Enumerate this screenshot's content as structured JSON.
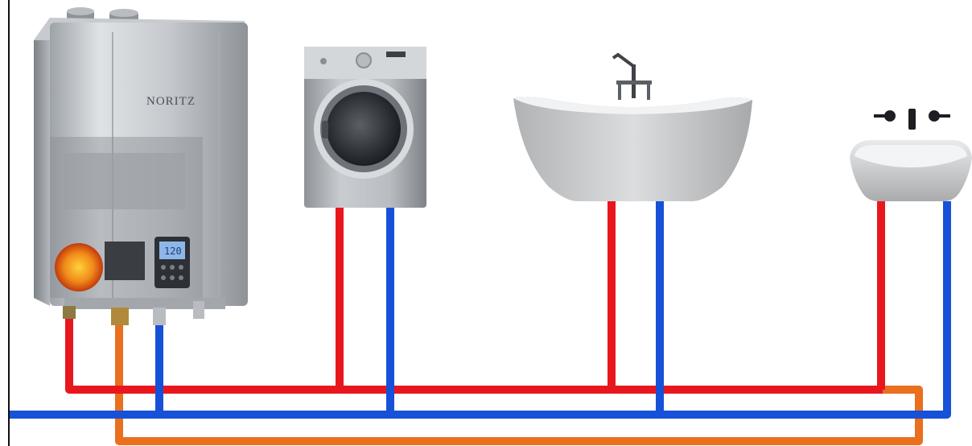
{
  "heater": {
    "brand": "NORITZ",
    "display_value": "120"
  },
  "fixtures": [
    {
      "name": "washing-machine"
    },
    {
      "name": "bathtub"
    },
    {
      "name": "sink"
    }
  ],
  "pipes": {
    "hot_color": "#e8171e",
    "cold_color": "#1651d8",
    "recirculation_color": "#ea6f1e"
  }
}
